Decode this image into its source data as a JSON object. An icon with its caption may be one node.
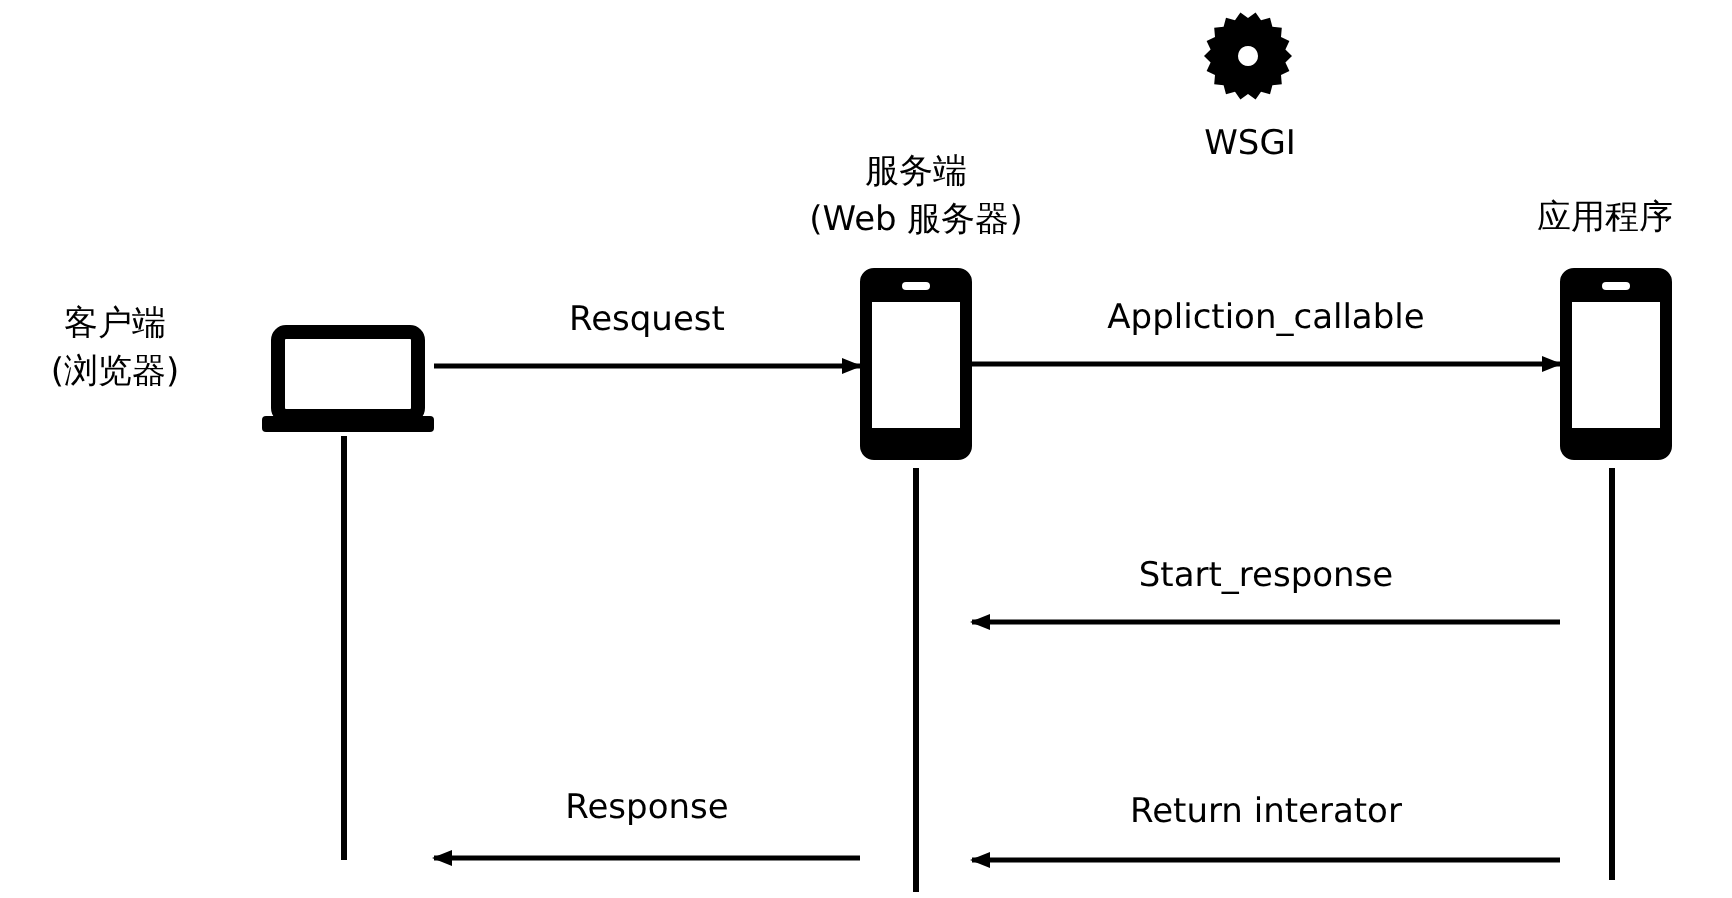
{
  "diagram": {
    "nodes": [
      {
        "text": [],
        "shape": "laptop",
        "beside": [
          "客户端 (浏览器)"
        ]
      },
      {
        "text": [],
        "shape": "phone",
        "beside": [
          "服务端 (Web 服务器)"
        ]
      },
      {
        "text": [],
        "shape": "phone",
        "beside": [
          "应用程序"
        ]
      }
    ],
    "edges": [
      {
        "from": 0,
        "to": 1,
        "arrow": "to",
        "label": "Resquest"
      },
      {
        "from": 1,
        "to": 2,
        "arrow": "to",
        "label": "Appliction_callable"
      },
      {
        "from": 2,
        "to": 1,
        "arrow": "to",
        "label": "Start_response"
      },
      {
        "from": 2,
        "to": 1,
        "arrow": "to",
        "label": "Return interator"
      },
      {
        "from": 1,
        "to": 0,
        "arrow": "to",
        "label": "Response"
      }
    ],
    "labels": [
      "WSGI"
    ]
  }
}
